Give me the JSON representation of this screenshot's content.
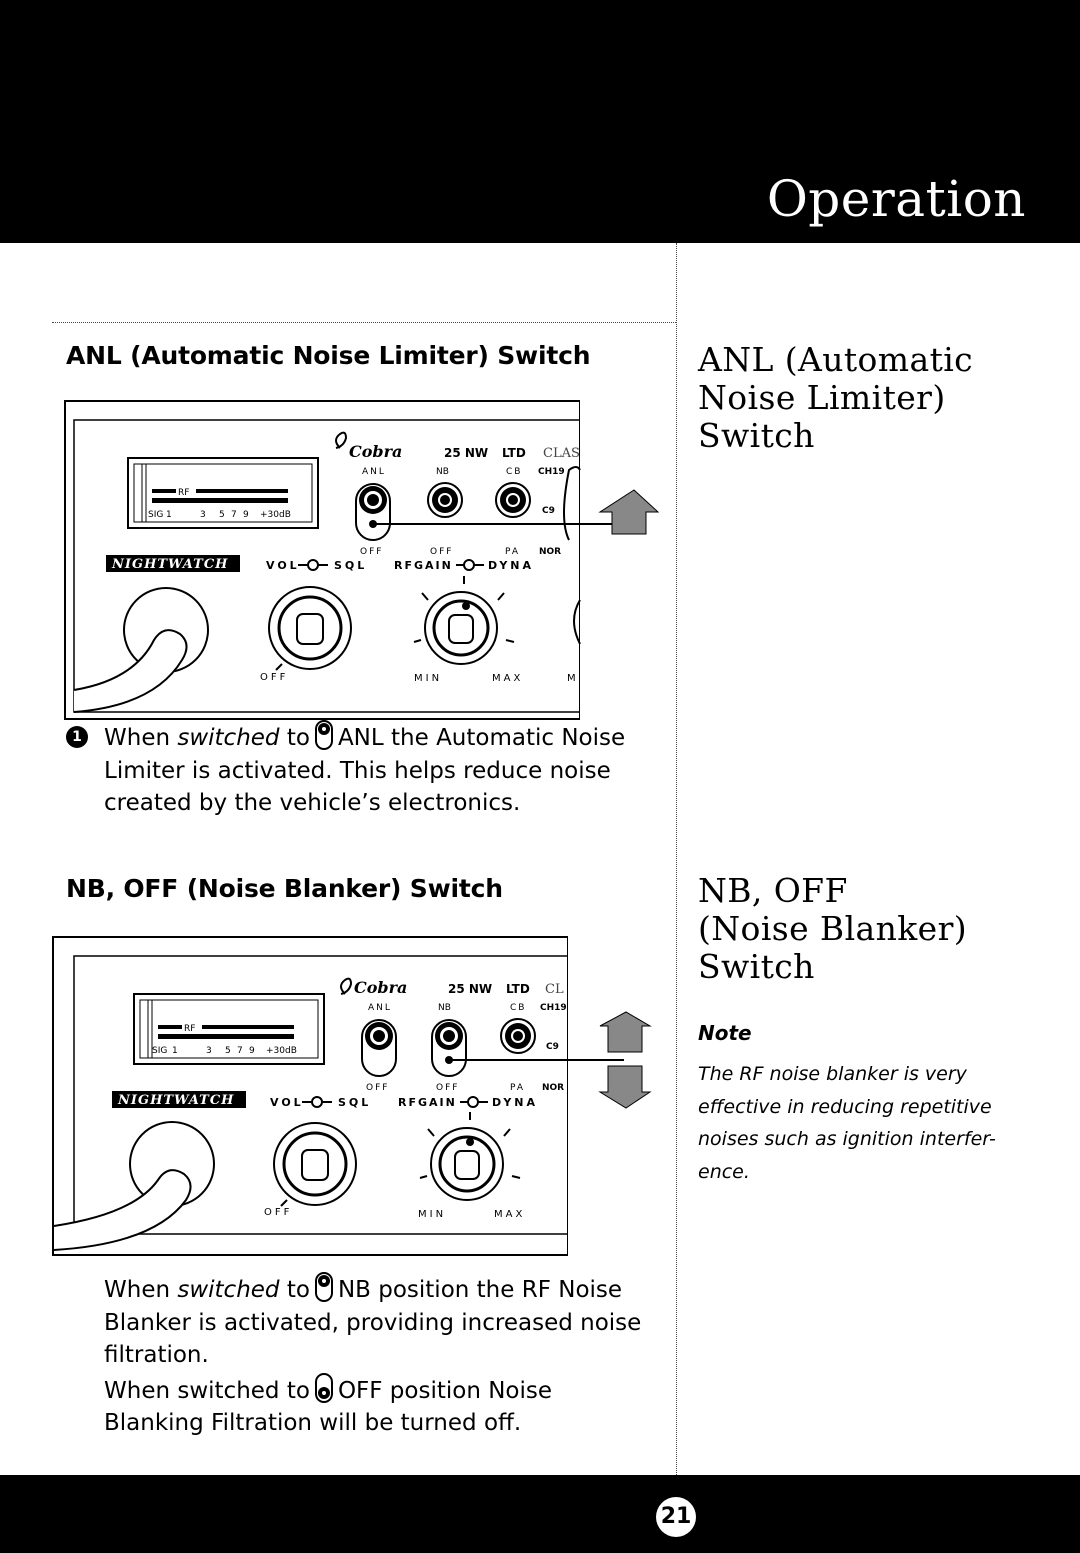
{
  "header": {
    "title": "Operation"
  },
  "section1": {
    "heading": "ANL (Automatic Noise Limiter) Switch",
    "side_heading": [
      "ANL (Automatic",
      "Noise Limiter)",
      "Switch"
    ],
    "step_number": "1",
    "body_prefix": "When",
    "body_italic": "switched",
    "body_to": "to",
    "body_rest_line1": "ANL the Automatic Noise",
    "body_line2": "Limiter is activated. This helps reduce noise",
    "body_line3": "created by the vehicle’s electronics."
  },
  "section2": {
    "heading": "NB, OFF (Noise Blanker) Switch",
    "side_heading": [
      "NB, OFF",
      "(Noise Blanker)",
      "Switch"
    ],
    "p1_prefix": "When",
    "p1_italic": "switched",
    "p1_to": "to",
    "p1_rest_line1": "NB position the RF Noise",
    "p1_line2": "Blanker is activated, providing increased noise",
    "p1_line3": "filtration.",
    "p2_line1_a": "When switched to",
    "p2_line1_b": "OFF position Noise",
    "p2_line2": "Blanking Filtration will be turned off."
  },
  "note": {
    "title": "Note",
    "text_lines": [
      "The RF noise blanker is very",
      "effective in reducing repetitive",
      "noises such as ignition interfer-",
      "ence."
    ]
  },
  "radio": {
    "brand": "Cobra",
    "model": "25 NW",
    "ltd": "LTD",
    "classic_1": "CLAS",
    "classic_2": "CL",
    "anl": "ANL",
    "nb": "NB",
    "cb": "CB",
    "ch19": "CH19",
    "c9": "C9",
    "off": "OFF",
    "pa": "PA",
    "nor": "NOR",
    "rf": "RF",
    "sig": "SIG",
    "meter_scale": [
      "1",
      "3",
      "5",
      "7",
      "9",
      "+30dB"
    ],
    "nightwatch": "NIGHTWATCH",
    "vol": "VOL",
    "sql": "SQL",
    "rfgain": "RFGAIN",
    "dyna": "DYNA",
    "min": "MIN",
    "max": "MAX",
    "m": "M"
  },
  "footer": {
    "page_number": "21"
  }
}
